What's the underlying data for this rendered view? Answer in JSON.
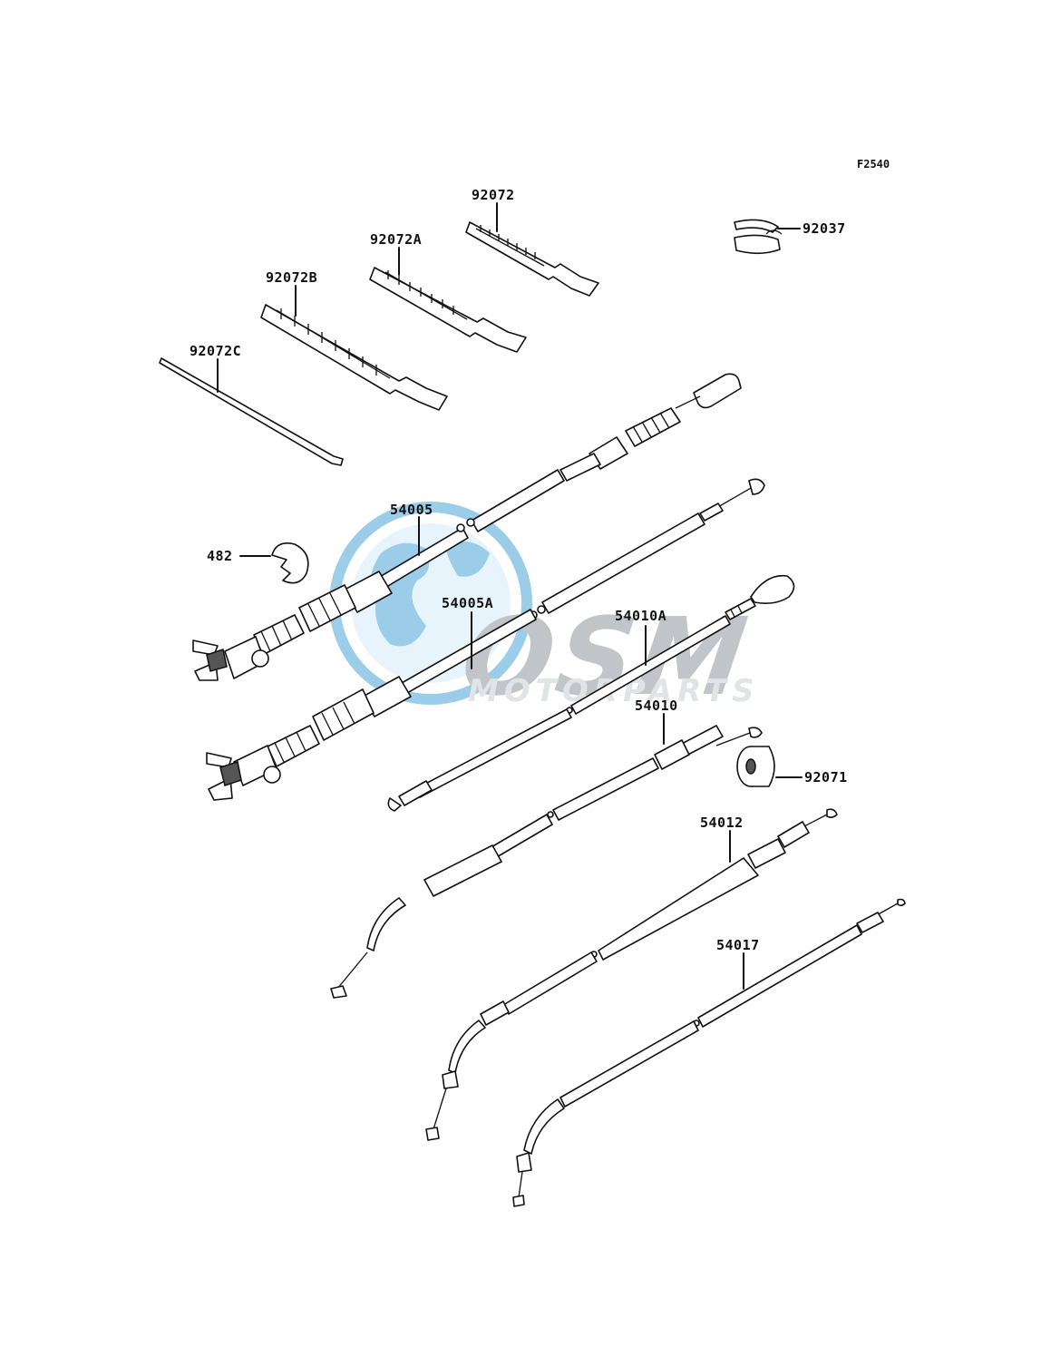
{
  "diagram_code": "F2540",
  "watermark": {
    "brand": "OSM",
    "subtitle": "MOTORPARTS",
    "colors": {
      "globe": "#4aa6d8",
      "letters": "#9aa3ab"
    }
  },
  "parts": [
    {
      "id": "p-92072",
      "number": "92072"
    },
    {
      "id": "p-92072A",
      "number": "92072A"
    },
    {
      "id": "p-92072B",
      "number": "92072B"
    },
    {
      "id": "p-92072C",
      "number": "92072C"
    },
    {
      "id": "p-92037",
      "number": "92037"
    },
    {
      "id": "p-54005",
      "number": "54005"
    },
    {
      "id": "p-482",
      "number": "482"
    },
    {
      "id": "p-54005A",
      "number": "54005A"
    },
    {
      "id": "p-54010A",
      "number": "54010A"
    },
    {
      "id": "p-54010",
      "number": "54010"
    },
    {
      "id": "p-92071",
      "number": "92071"
    },
    {
      "id": "p-54012",
      "number": "54012"
    },
    {
      "id": "p-54017",
      "number": "54017"
    }
  ]
}
